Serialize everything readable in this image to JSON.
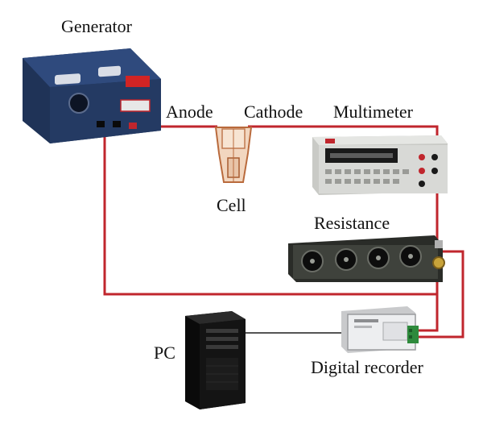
{
  "labels": {
    "generator": "Generator",
    "anode": "Anode",
    "cathode": "Cathode",
    "multimeter": "Multimeter",
    "cell": "Cell",
    "resistance": "Resistance",
    "pc": "PC",
    "digital_recorder": "Digital recorder"
  },
  "colors": {
    "wire": "#c0262d",
    "generator_body": "#243a63",
    "generator_display": "#d12424",
    "multimeter_body": "#d8d9d6",
    "resistance_body": "#3a3d38",
    "pc_body": "#121212",
    "recorder_body": "#edeef0",
    "recorder_connector": "#2e8a3c"
  }
}
